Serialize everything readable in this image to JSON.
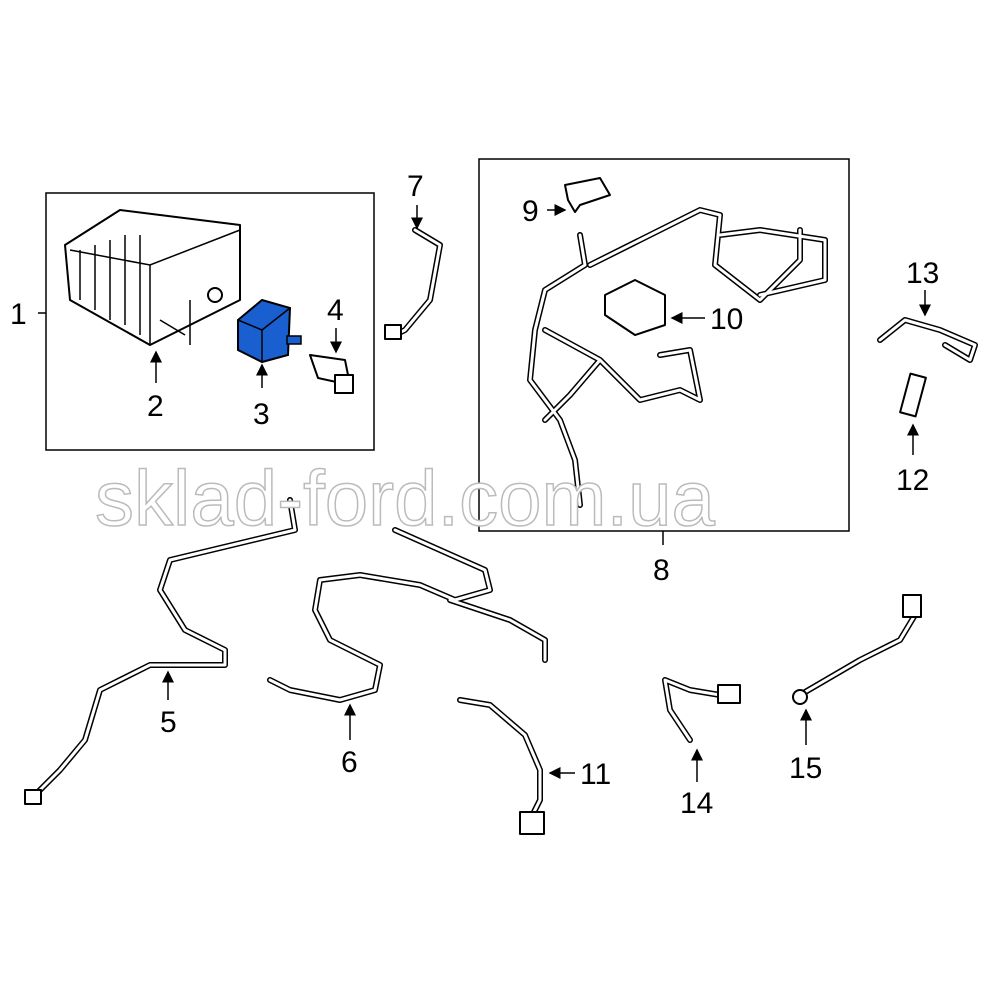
{
  "watermark": "sklad-ford.com.ua",
  "highlight_color": "#1a5fd0",
  "callouts": {
    "c1": "1",
    "c2": "2",
    "c3": "3",
    "c4": "4",
    "c5": "5",
    "c6": "6",
    "c7": "7",
    "c8": "8",
    "c9": "9",
    "c10": "10",
    "c11": "11",
    "c12": "12",
    "c13": "13",
    "c14": "14",
    "c15": "15"
  }
}
